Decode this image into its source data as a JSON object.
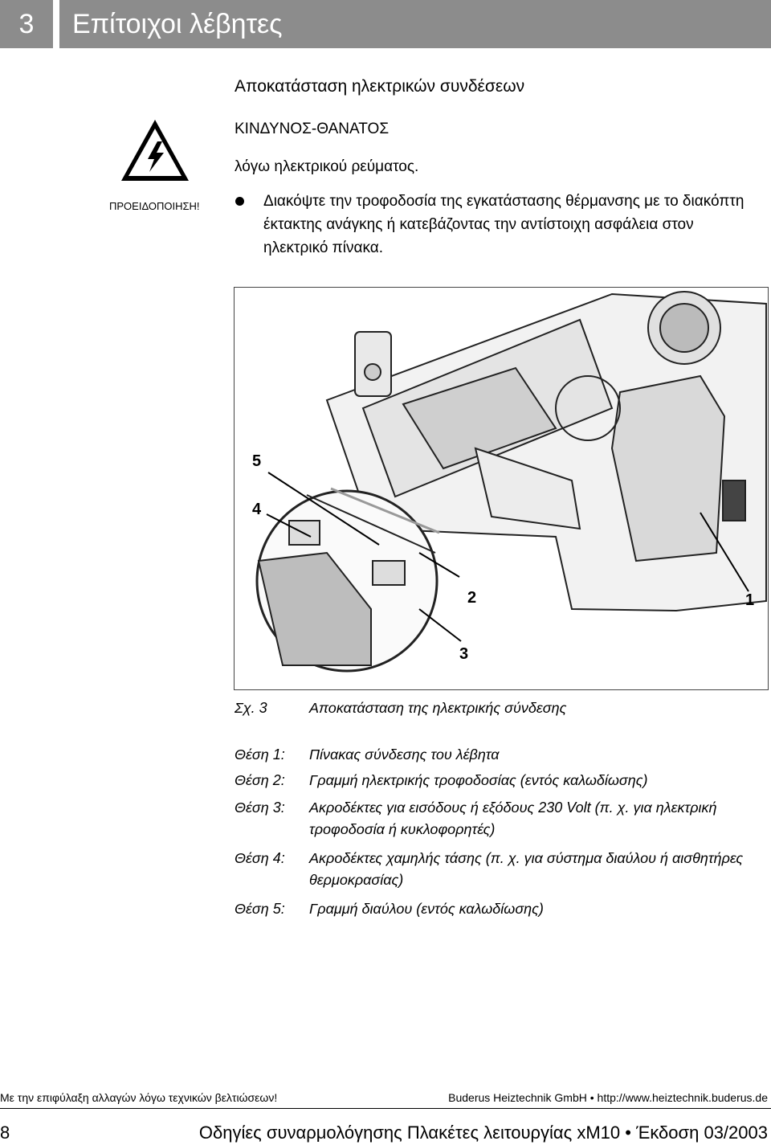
{
  "header": {
    "chapter_number": "3",
    "chapter_title": "Επίτοιχοι λέβητες"
  },
  "section": {
    "title": "Αποκατάσταση ηλεκτρικών συνδέσεων",
    "danger_title": "ΚΙΝΔΥΝΟΣ-ΘΑΝΑΤΟΣ",
    "danger_text": "λόγω ηλεκτρικού ρεύματος.",
    "warning_label": "ΠΡΟΕΙΔΟΠΟΙΗΣΗ!",
    "warning_icon": "high-voltage-warning-icon",
    "instruction": "Διακόψτε την τροφοδοσία της εγκατάστασης θέρμανσης με το διακόπτη έκτακτης ανάγκης ή κατεβάζοντας την αντίστοιχη ασφάλεια στον ηλεκτρικό πίνακα."
  },
  "figure": {
    "callouts": [
      "5",
      "4",
      "2",
      "1",
      "3"
    ],
    "caption_number": "Σχ. 3",
    "caption_text": "Αποκατάσταση της ηλεκτρικής σύνδεσης"
  },
  "legend": [
    {
      "key": "Θέση 1:",
      "value": "Πίνακας σύνδεσης του λέβητα"
    },
    {
      "key": "Θέση 2:",
      "value": "Γραμμή ηλεκτρικής τροφοδοσίας (εντός καλωδίωσης)"
    },
    {
      "key": "Θέση 3:",
      "value": "Ακροδέκτες για εισόδους ή εξόδους 230 Volt (π. χ. για ηλεκτρική τροφοδοσία ή κυκλοφορητές)"
    },
    {
      "key": "Θέση 4:",
      "value": "Ακροδέκτες χαμηλής τάσης (π. χ. για σύστημα διαύλου ή αισθητήρες θερμοκρασίας)"
    },
    {
      "key": "Θέση 5:",
      "value": "Γραμμή διαύλου (εντός καλωδίωσης)"
    }
  ],
  "footer": {
    "notice": "Με την επιφύλαξη αλλαγών λόγω τεχνικών βελτιώσεων!",
    "company": "Buderus Heiztechnik GmbH • http://www.heiztechnik.buderus.de",
    "page_number": "8",
    "document_title": "Οδηγίες συναρμολόγησης Πλακέτες λειτουργίας xM10 • Έκδοση 03/2003"
  }
}
